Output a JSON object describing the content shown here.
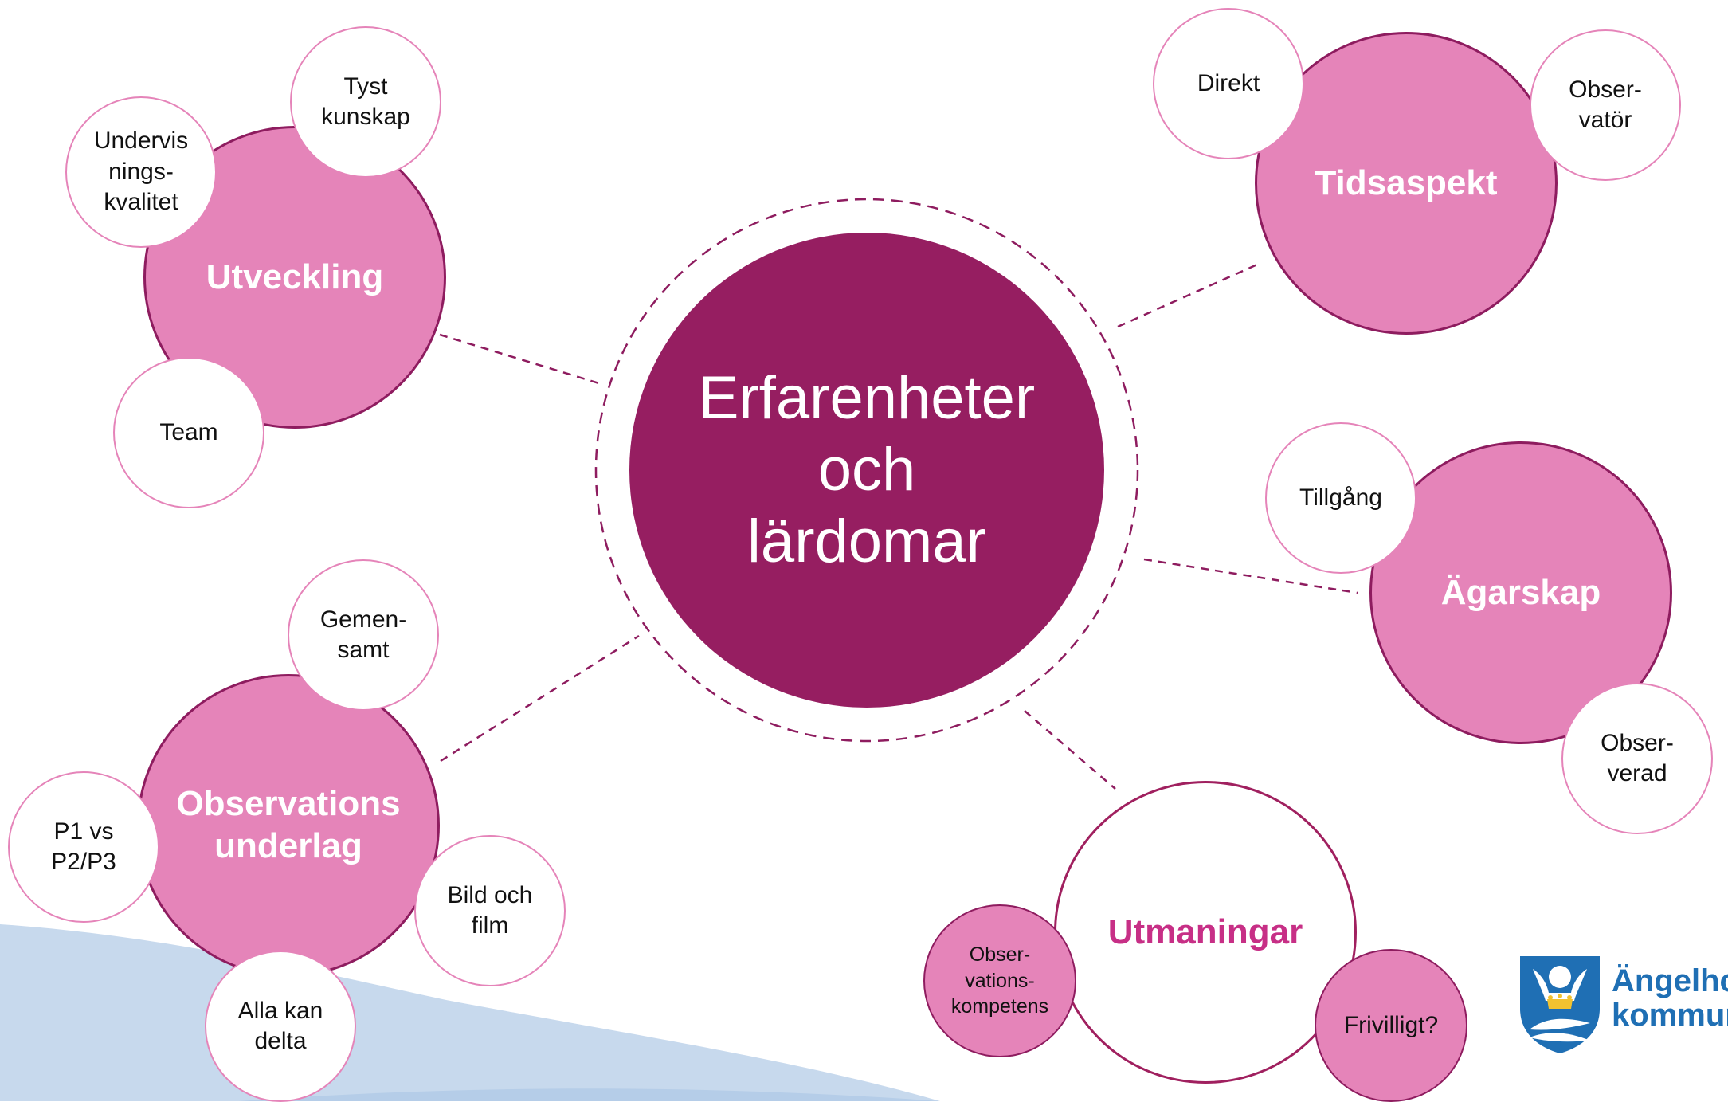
{
  "center": {
    "label": "Erfarenheter\noch\nlärdomar"
  },
  "hubs": {
    "utveckling": {
      "label": "Utveckling",
      "leaves": [
        "Tyst\nkunskap",
        "Undervis\nnings-\nkvalitet",
        "Team"
      ]
    },
    "tidsaspekt": {
      "label": "Tidsaspekt",
      "leaves": [
        "Direkt",
        "Obser-\nvatör"
      ]
    },
    "agarskap": {
      "label": "Ägarskap",
      "leaves": [
        "Tillgång",
        "Obser-\nverad"
      ]
    },
    "observationsunderlag": {
      "label": "Observations\nunderlag",
      "leaves": [
        "Gemen-\nsamt",
        "P1 vs\nP2/P3",
        "Bild och\nfilm",
        "Alla kan\ndelta"
      ]
    },
    "utmaningar": {
      "label": "Utmaningar",
      "leaves": [
        "Obser-\nvations-\nkompetens",
        "Frivilligt?"
      ]
    }
  },
  "logo": {
    "name": "Ängelholms\nkommun"
  },
  "colors": {
    "center": "#961e61",
    "hub_fill": "#e584b9",
    "hub_border": "#8e1c5f",
    "connector": "#8e1c5f",
    "wave": "#c7d9ed",
    "logo_blue": "#1f6fb4"
  }
}
